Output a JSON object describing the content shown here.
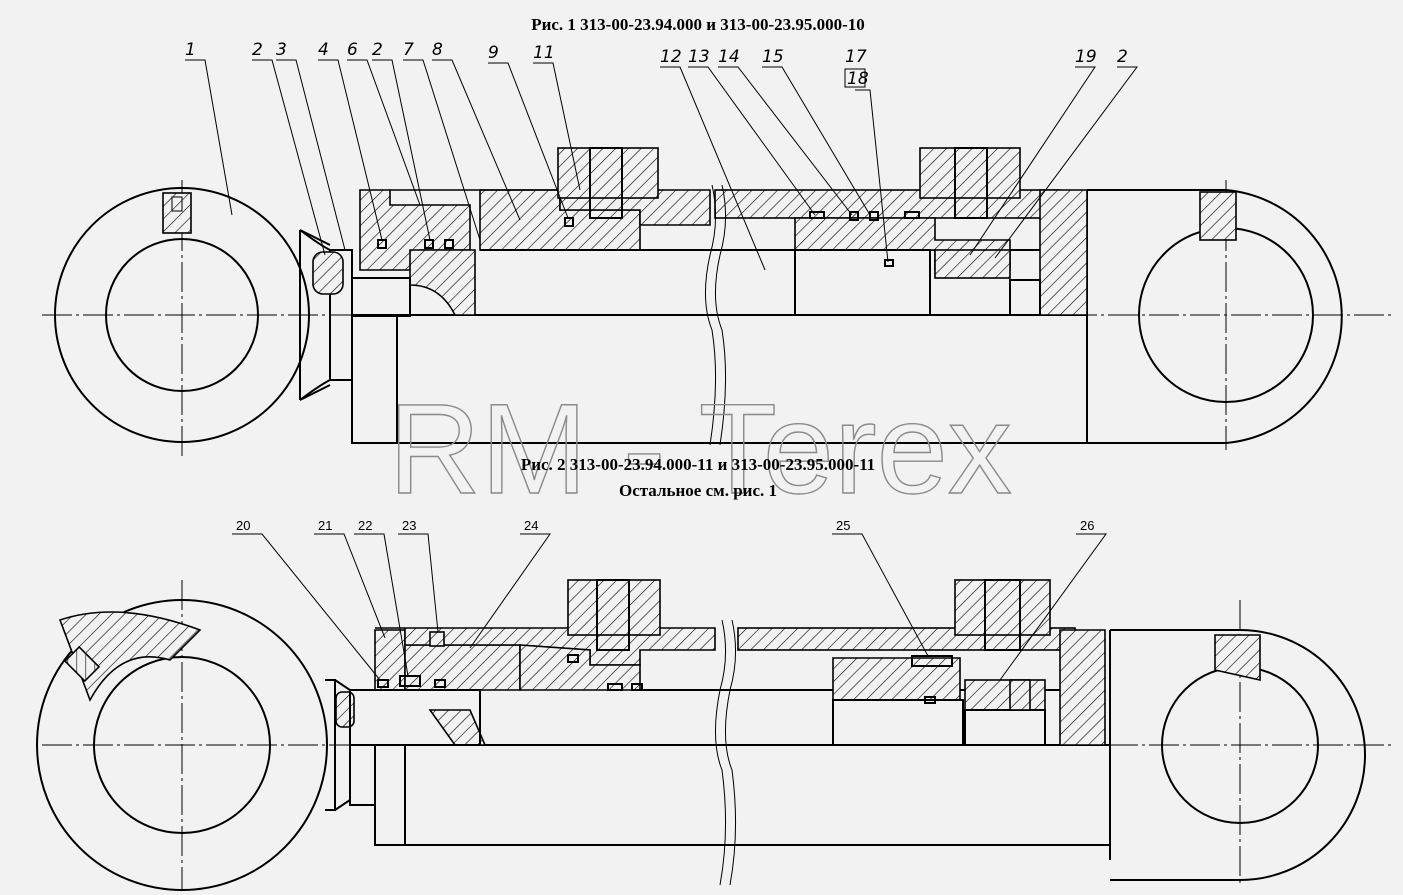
{
  "figure1": {
    "caption": "Рис. 1   313-00-23.94.000 и 313-00-23.95.000-10",
    "callouts": [
      "1",
      "2",
      "3",
      "4",
      "6",
      "2",
      "7",
      "8",
      "9",
      "11",
      "12",
      "13",
      "14",
      "15",
      "17",
      "18",
      "19",
      "2"
    ]
  },
  "figure2": {
    "caption": "Рис. 2    313-00-23.94.000-11 и 313-00-23.95.000-11",
    "subcaption": "Остальное см. рис. 1",
    "callouts": [
      "20",
      "21",
      "22",
      "23",
      "24",
      "25",
      "26"
    ]
  },
  "watermark": "RM - Terex"
}
